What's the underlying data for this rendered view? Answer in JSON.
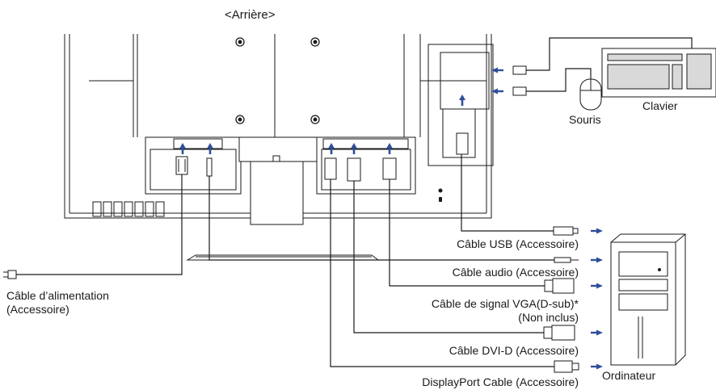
{
  "title": "<Arrière>",
  "cables": {
    "usb": "Câble USB (Accessoire)",
    "audio": "Câble audio (Accessoire)",
    "vga_line1": "Câble de signal VGA(D-sub)*",
    "vga_line2": "(Non inclus)",
    "dvi": "Câble DVI-D (Accessoire)",
    "displayport": "DisplayPort Cable (Accessoire)",
    "power_line1": "Câble d’alimentation",
    "power_line2": "(Accessoire)"
  },
  "devices": {
    "keyboard": "Clavier",
    "mouse": "Souris",
    "computer": "Ordinateur"
  },
  "colors": {
    "arrow": "#2f4f9b",
    "line": "#1a1a1a"
  }
}
